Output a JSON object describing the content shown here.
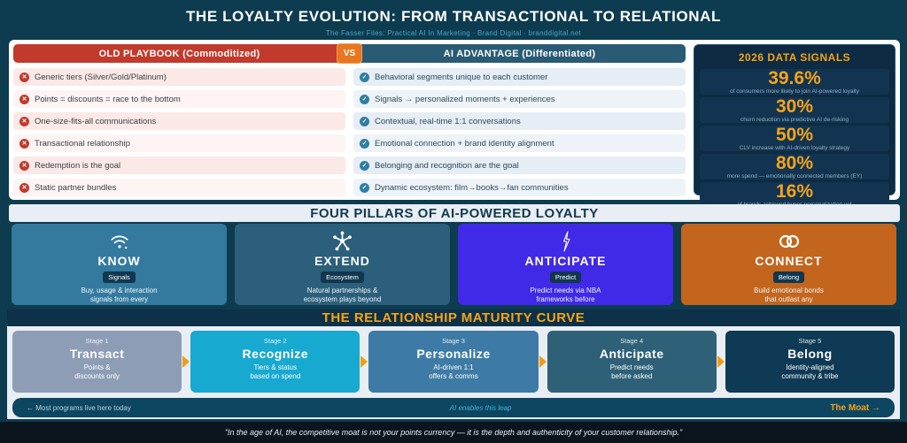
{
  "header": {
    "title": "THE LOYALTY EVOLUTION: FROM TRANSACTIONAL TO RELATIONAL",
    "subtitle": "The Fasser Files: Practical AI In Marketing  ·  Brand Digital  ·  branddigital.net"
  },
  "comparison": {
    "vs": "VS",
    "old": {
      "header": "OLD PLAYBOOK  (Commoditized)",
      "x_glyph": "✕",
      "items": [
        "Generic tiers (Silver/Gold/Platinum)",
        "Points = discounts = race to the bottom",
        "One-size-fits-all communications",
        "Transactional relationship",
        "Redemption is the goal",
        "Static partner bundles"
      ]
    },
    "ai": {
      "header": "AI ADVANTAGE  (Differentiated)",
      "check_glyph": "✓",
      "items": [
        "Behavioral segments unique to each customer",
        "Signals → personalized moments + experiences",
        "Contextual, real-time 1:1 conversations",
        "Emotional connection + brand identity alignment",
        "Belonging and recognition are the goal",
        "Dynamic ecosystem: film→books→fan communities"
      ]
    },
    "signals": {
      "title": "2026 DATA SIGNALS",
      "stats": [
        {
          "value": "39.6%",
          "caption": "of consumers more likely to join AI-powered loyalty"
        },
        {
          "value": "30%",
          "caption": "churn reduction via predictive AI de-risking"
        },
        {
          "value": "50%",
          "caption": "CLV increase with AI-driven loyalty strategy"
        },
        {
          "value": "80%",
          "caption": "more spend — emotionally connected members (EY)"
        },
        {
          "value": "16%",
          "caption": "of brands achieved hyper-personalization yet"
        }
      ]
    }
  },
  "pillars": {
    "title": "FOUR PILLARS OF AI-POWERED LOYALTY",
    "items": [
      {
        "name": "KNOW",
        "badge": "Signals",
        "desc1": "Buy, usage & interaction",
        "desc2": "signals from every",
        "color": "#347a9e",
        "icon": "wifi-icon"
      },
      {
        "name": "EXTEND",
        "badge": "Ecosystem",
        "desc1": "Natural partnerships &",
        "desc2": "ecosystem plays beyond",
        "color": "#2c5f7b",
        "icon": "network-icon"
      },
      {
        "name": "ANTICIPATE",
        "badge": "Predict",
        "desc1": "Predict needs via NBA",
        "desc2": "frameworks before",
        "color": "#4129e8",
        "icon": "lightning-icon"
      },
      {
        "name": "CONNECT",
        "badge": "Belong",
        "desc1": "Build emotional bonds",
        "desc2": "that outlast any",
        "color": "#c3651d",
        "icon": "rings-icon"
      }
    ]
  },
  "maturity": {
    "title": "THE RELATIONSHIP MATURITY CURVE",
    "stages": [
      {
        "label": "Stage 1",
        "name": "Transact",
        "desc1": "Points &",
        "desc2": "discounts only",
        "color": "#8d9db6"
      },
      {
        "label": "Stage 2",
        "name": "Recognize",
        "desc1": "Tiers & status",
        "desc2": "based on spend",
        "color": "#17a9d0"
      },
      {
        "label": "Stage 3",
        "name": "Personalize",
        "desc1": "AI-driven 1:1",
        "desc2": "offers & comms",
        "color": "#3d7ba6"
      },
      {
        "label": "Stage 4",
        "name": "Anticipate",
        "desc1": "Predict needs",
        "desc2": "before asked",
        "color": "#2e6078"
      },
      {
        "label": "Stage 5",
        "name": "Belong",
        "desc1": "Identity-aligned",
        "desc2": "community & tribe",
        "color": "#0e3a55"
      }
    ],
    "footer_left": "← Most programs live here today",
    "footer_center": "AI enables this leap",
    "footer_right": "The Moat →"
  },
  "footer": {
    "quote": "\"In the age of AI, the competitive moat is not your points currency — it is the depth and authenticity of your customer relationship.\""
  },
  "colors": {
    "page_bg": "#0d3b4f",
    "accent_orange": "#f5a31d",
    "old_red": "#c13a2c",
    "ai_teal": "#2a5b74",
    "vs_orange": "#e87722"
  }
}
